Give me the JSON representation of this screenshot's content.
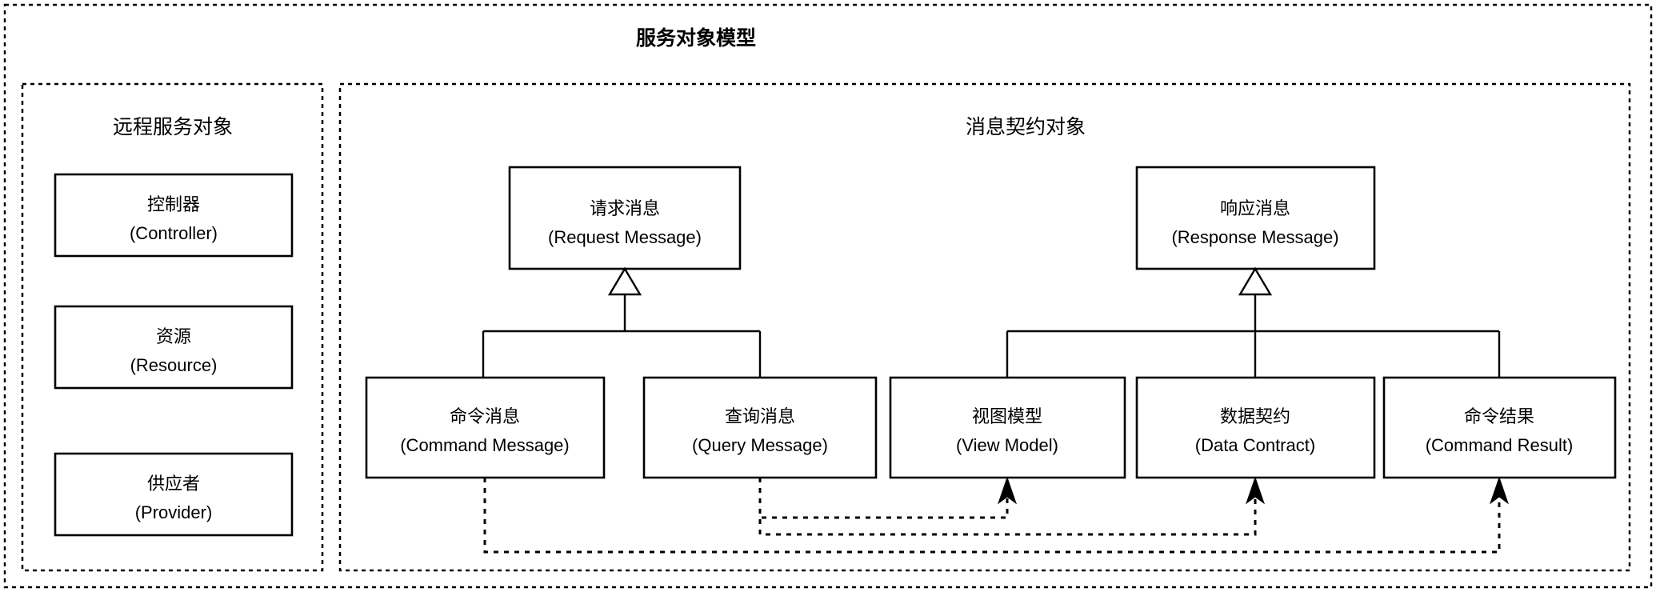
{
  "diagram": {
    "title": "服务对象模型",
    "groups": [
      {
        "id": "remote-service-objects",
        "title": "远程服务对象"
      },
      {
        "id": "message-contract-objects",
        "title": "消息契约对象"
      }
    ],
    "nodes": {
      "controller": {
        "cn": "控制器",
        "en": "(Controller)"
      },
      "resource": {
        "cn": "资源",
        "en": "(Resource)"
      },
      "provider": {
        "cn": "供应者",
        "en": "(Provider)"
      },
      "request_message": {
        "cn": "请求消息",
        "en": "(Request Message)"
      },
      "response_message": {
        "cn": "响应消息",
        "en": "(Response Message)"
      },
      "command_message": {
        "cn": "命令消息",
        "en": "(Command Message)"
      },
      "query_message": {
        "cn": "查询消息",
        "en": "(Query Message)"
      },
      "view_model": {
        "cn": "视图模型",
        "en": "(View Model)"
      },
      "data_contract": {
        "cn": "数据契约",
        "en": "(Data Contract)"
      },
      "command_result": {
        "cn": "命令结果",
        "en": "(Command Result)"
      }
    },
    "colors": {
      "stroke": "#000000",
      "fill": "#ffffff",
      "background": "#ffffff"
    }
  }
}
